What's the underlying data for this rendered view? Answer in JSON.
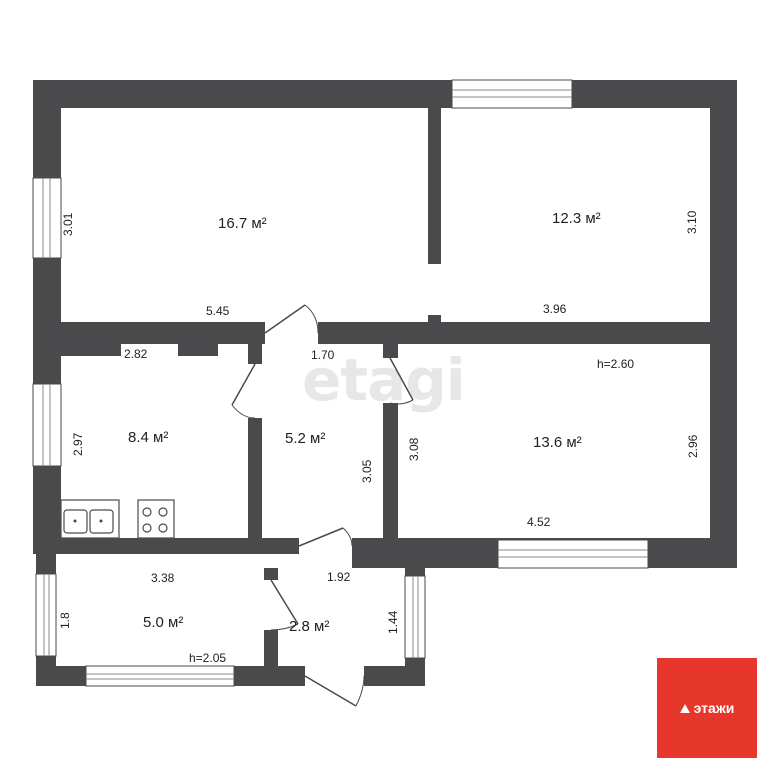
{
  "watermark": "etagi",
  "logo": {
    "text": "этажи"
  },
  "rooms": [
    {
      "id": "room-1",
      "area": "16.7 м²"
    },
    {
      "id": "room-2",
      "area": "12.3 м²"
    },
    {
      "id": "kitchen",
      "area": "8.4 м²"
    },
    {
      "id": "hall",
      "area": "5.2 м²"
    },
    {
      "id": "room-3",
      "area": "13.6 м²"
    },
    {
      "id": "veranda",
      "area": "5.0 м²"
    },
    {
      "id": "vestibule",
      "area": "2.8 м²"
    }
  ],
  "dimensions": {
    "d_301": "3.01",
    "d_545": "5.45",
    "d_396": "3.96",
    "d_310": "3.10",
    "d_282": "2.82",
    "d_297": "2.97",
    "d_170": "1.70",
    "d_305": "3.05",
    "d_308": "3.08",
    "d_296": "2.96",
    "d_452": "4.52",
    "h_260": "h=2.60",
    "d_338": "3.38",
    "d_18": "1.8",
    "h_205": "h=2.05",
    "d_192": "1.92",
    "d_144": "1.44"
  },
  "colors": {
    "wall": "#4a4a4c",
    "logo_bg": "#e7362b"
  }
}
